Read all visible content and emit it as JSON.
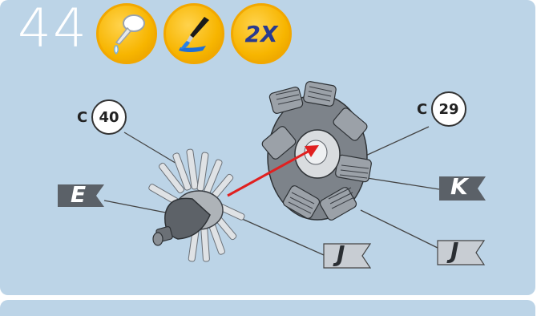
{
  "step": {
    "number": "44"
  },
  "badges": [
    {
      "icon": "glue-bottle-icon"
    },
    {
      "icon": "paint-brush-icon"
    },
    {
      "icon": "repeat-count-badge",
      "label": "2X"
    }
  ],
  "callouts": [
    {
      "prefix": "C",
      "number": "40"
    },
    {
      "prefix": "C",
      "number": "29"
    }
  ],
  "flags": [
    {
      "label": "E",
      "style": "dark"
    },
    {
      "label": "K",
      "style": "dark"
    },
    {
      "label": "J",
      "style": "light"
    },
    {
      "label": "J",
      "style": "light"
    }
  ],
  "colors": {
    "panel_background": "#bcd4e7",
    "badge_yellow": "#f7b500",
    "arrow_red": "#e02020",
    "flag_dark": "#5b6168",
    "flag_light": "#c8cdd3"
  }
}
